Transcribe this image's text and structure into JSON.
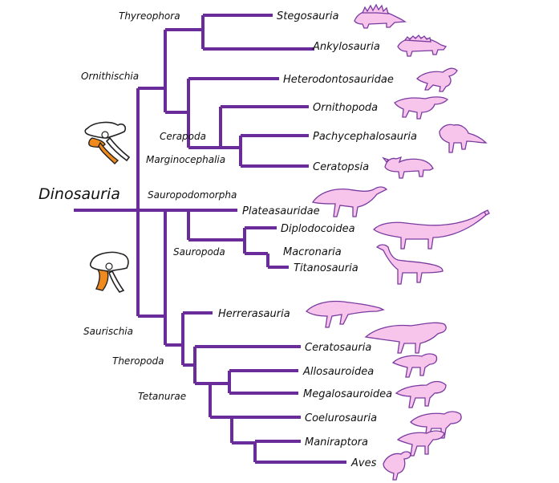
{
  "root_label": "Dinosauria",
  "clades": {
    "thyreophora": "Thyreophora",
    "ornithischia": "Ornithischia",
    "cerapoda": "Cerapoda",
    "marginocephalia": "Marginocephalia",
    "sauropodomorpha": "Sauropodomorpha",
    "sauropoda": "Sauropoda",
    "saurischia": "Saurischia",
    "theropoda": "Theropoda",
    "tetanurae": "Tetanurae"
  },
  "taxa": {
    "stegosauria": "Stegosauria",
    "ankylosauria": "Ankylosauria",
    "heterodontosauridae": "Heterodontosauridae",
    "ornithopoda": "Ornithopoda",
    "pachycephalosauria": "Pachycephalosauria",
    "ceratopsia": "Ceratopsia",
    "plateasauridae": "Plateasauridae",
    "diplodocoidea": "Diplodocoidea",
    "macronaria": "Macronaria",
    "titanosauria": "Titanosauria",
    "herrerasauria": "Herrerasauria",
    "ceratosauria": "Ceratosauria",
    "allosauroidea": "Allosauroidea",
    "megalosauroidea": "Megalosauroidea",
    "coelurosauria": "Coelurosauria",
    "maniraptora": "Maniraptora",
    "aves": "Aves"
  },
  "colors": {
    "branch": "#6a2c9a",
    "silhouette_fill": "#f7c4ec",
    "silhouette_stroke": "#7a3aa0",
    "pelvis_highlight": "#f08a1c"
  },
  "icons": {
    "ornithischian_pelvis": "ornithischian-pelvis-icon",
    "saurischian_pelvis": "saurischian-pelvis-icon"
  }
}
